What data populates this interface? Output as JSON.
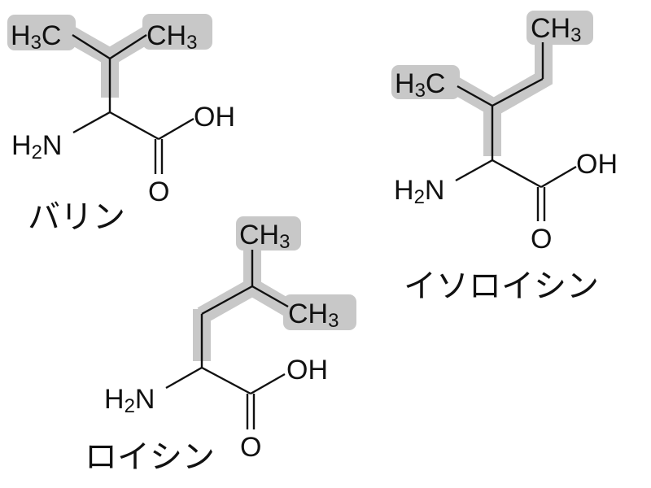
{
  "figure": {
    "description": "Structures of branched-chain amino acids with side chains highlighted",
    "highlight_color": "#c8c8c8",
    "line_color": "#111111",
    "background": "#ffffff"
  },
  "molecules": [
    {
      "id": "valine",
      "name": "バリン",
      "atoms": {
        "methyl_left": {
          "main": "H",
          "sub": "3",
          "tail": "C"
        },
        "methyl_right": {
          "main": "CH",
          "sub": "3"
        },
        "amino": {
          "main": "H",
          "sub": "2",
          "tail": "N"
        },
        "hydroxyl": "OH",
        "carbonyl_oxygen": "O"
      }
    },
    {
      "id": "isoleucine",
      "name": "イソロイシン",
      "atoms": {
        "methyl_top": {
          "main": "CH",
          "sub": "3"
        },
        "methyl_left": {
          "main": "H",
          "sub": "3",
          "tail": "C"
        },
        "amino": {
          "main": "H",
          "sub": "2",
          "tail": "N"
        },
        "hydroxyl": "OH",
        "carbonyl_oxygen": "O"
      }
    },
    {
      "id": "leucine",
      "name": "ロイシン",
      "atoms": {
        "methyl_top": {
          "main": "CH",
          "sub": "3"
        },
        "methyl_right": {
          "main": "CH",
          "sub": "3"
        },
        "amino": {
          "main": "H",
          "sub": "2",
          "tail": "N"
        },
        "hydroxyl": "OH",
        "carbonyl_oxygen": "O"
      }
    }
  ]
}
